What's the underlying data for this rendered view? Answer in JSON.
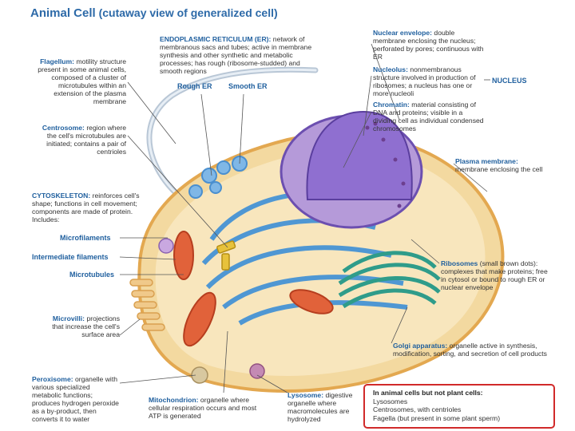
{
  "title": {
    "main": "Animal Cell",
    "sub": "(cutaway view of generalized cell)"
  },
  "labels": {
    "er": {
      "head": "ENDOPLASMIC RETICULUM (ER):",
      "body": "network of membranous sacs and tubes; active in membrane synthesis and other synthetic and metabolic processes; has rough (ribosome-studded) and smooth regions"
    },
    "rough_er": "Rough ER",
    "smooth_er": "Smooth ER",
    "flagellum": {
      "head": "Flagellum:",
      "body": "motility structure present in some animal cells, composed of a cluster of microtubules within an extension of the plasma membrane"
    },
    "centrosome": {
      "head": "Centrosome:",
      "body": "region where the cell's microtubules are initiated; contains a pair of centrioles"
    },
    "cytoskeleton": {
      "head": "CYTOSKELETON:",
      "body": "reinforces cell's shape; functions in cell movement; components are made of protein. Includes:"
    },
    "microfilaments": "Microfilaments",
    "intermediate": "Intermediate filaments",
    "microtubules": "Microtubules",
    "microvilli": {
      "head": "Microvilli:",
      "body": "projections that increase the cell's surface area"
    },
    "peroxisome": {
      "head": "Peroxisome:",
      "body": "organelle with various specialized metabolic functions; produces hydrogen peroxide as a by-product, then converts it to water"
    },
    "mitochondrion": {
      "head": "Mitochondrion:",
      "body": "organelle where cellular respiration occurs and most ATP is generated"
    },
    "lysosome": {
      "head": "Lysosome:",
      "body": "digestive organelle where macromolecules are hydrolyzed"
    },
    "nuclear_envelope": {
      "head": "Nuclear envelope:",
      "body": "double membrane enclosing the nucleus; perforated by pores; continuous with ER"
    },
    "nucleolus": {
      "head": "Nucleolus:",
      "body": "nonmembranous structure involved in production of ribosomes; a nucleus has one or more nucleoli"
    },
    "chromatin": {
      "head": "Chromatin:",
      "body": "material consisting of DNA and proteins; visible in a dividing cell as individual condensed chromosomes"
    },
    "nucleus": "NUCLEUS",
    "plasma_membrane": {
      "head": "Plasma membrane:",
      "body": "membrane enclosing the cell"
    },
    "ribosomes": {
      "head": "Ribosomes",
      "body": "(small brown dots): complexes that make proteins; free in cytosol or bound to rough ER or nuclear envelope"
    },
    "golgi": {
      "head": "Golgi apparatus:",
      "body": "organelle active in synthesis, modification, sorting, and secretion of cell products"
    }
  },
  "callout": {
    "heading": "In animal cells but not plant cells:",
    "lines": [
      "Lysosomes",
      "Centrosomes, with centrioles",
      "Fagella (but present in some plant sperm)"
    ]
  },
  "colors": {
    "accent": "#1f5f9e",
    "callout_border": "#d12a2a",
    "nucleus": "#7a5bbf",
    "er": "#3d8fd6",
    "cytoplasm": "#f3d9a0"
  }
}
